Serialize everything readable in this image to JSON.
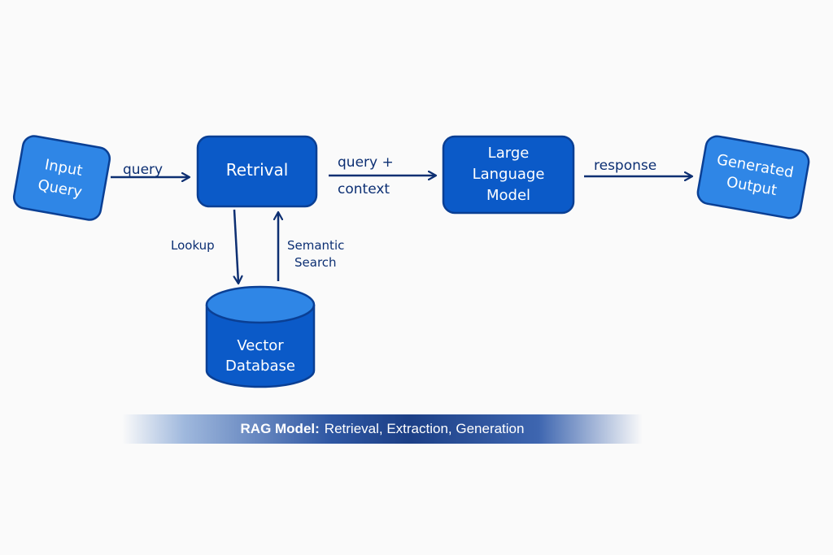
{
  "nodes": {
    "input_query": [
      "Input",
      "Query"
    ],
    "retrieval": [
      "Retrival"
    ],
    "llm": [
      "Large",
      "Language",
      "Model"
    ],
    "generated_output": [
      "Generated",
      "Output"
    ],
    "vector_db": [
      "Vector",
      "Database"
    ]
  },
  "edges": {
    "query": "query",
    "query_context": [
      "query +",
      "context"
    ],
    "response": "response",
    "lookup": "Lookup",
    "semantic_search": [
      "Semantic",
      "Search"
    ]
  },
  "caption": {
    "bold": "RAG Model:",
    "rest": "Retrieval, Extraction, Generation"
  },
  "colors": {
    "node_fill_light": "#2f86e6",
    "node_fill_dark": "#0b5ac8",
    "node_stroke": "#0a3f94",
    "arrow": "#0d2f72"
  }
}
